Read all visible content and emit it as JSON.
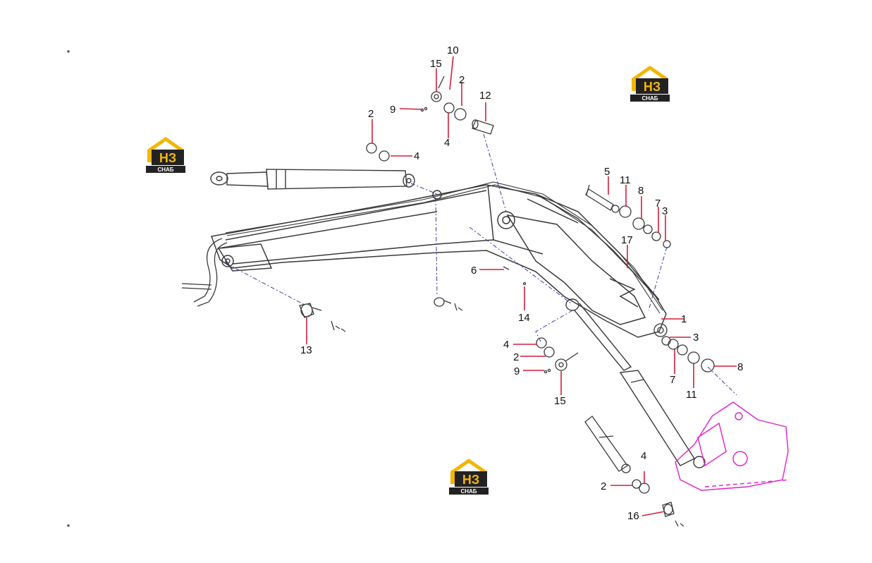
{
  "colors": {
    "line": "#3a3a3a",
    "leader": "#d11f3a",
    "dash": "#3b3bb0",
    "bucket": "#e020c8",
    "logo_yellow": "#f2b705",
    "logo_dark": "#222222"
  },
  "logo": {
    "letters": "НЗ",
    "caption": "СНАБ"
  },
  "callouts": [
    {
      "id": "c10a",
      "text": "10"
    },
    {
      "id": "c15a",
      "text": "15"
    },
    {
      "id": "c2a",
      "text": "2"
    },
    {
      "id": "c9a",
      "text": "9"
    },
    {
      "id": "c12",
      "text": "12"
    },
    {
      "id": "c2b",
      "text": "2"
    },
    {
      "id": "c4a",
      "text": "4"
    },
    {
      "id": "c4b",
      "text": "4"
    },
    {
      "id": "c5",
      "text": "5"
    },
    {
      "id": "c11a",
      "text": "11"
    },
    {
      "id": "c8a",
      "text": "8"
    },
    {
      "id": "c7a",
      "text": "7"
    },
    {
      "id": "c3a",
      "text": "3"
    },
    {
      "id": "c17",
      "text": "17"
    },
    {
      "id": "c6",
      "text": "6"
    },
    {
      "id": "c14",
      "text": "14"
    },
    {
      "id": "c1",
      "text": "1"
    },
    {
      "id": "c3b",
      "text": "3"
    },
    {
      "id": "c13",
      "text": "13"
    },
    {
      "id": "c4c",
      "text": "4"
    },
    {
      "id": "c2c",
      "text": "2"
    },
    {
      "id": "c9b",
      "text": "9"
    },
    {
      "id": "c15b",
      "text": "15"
    },
    {
      "id": "c7b",
      "text": "7"
    },
    {
      "id": "c11b",
      "text": "11"
    },
    {
      "id": "c8b",
      "text": "8"
    },
    {
      "id": "c4d",
      "text": "4"
    },
    {
      "id": "c2d",
      "text": "2"
    },
    {
      "id": "c16",
      "text": "16"
    }
  ]
}
